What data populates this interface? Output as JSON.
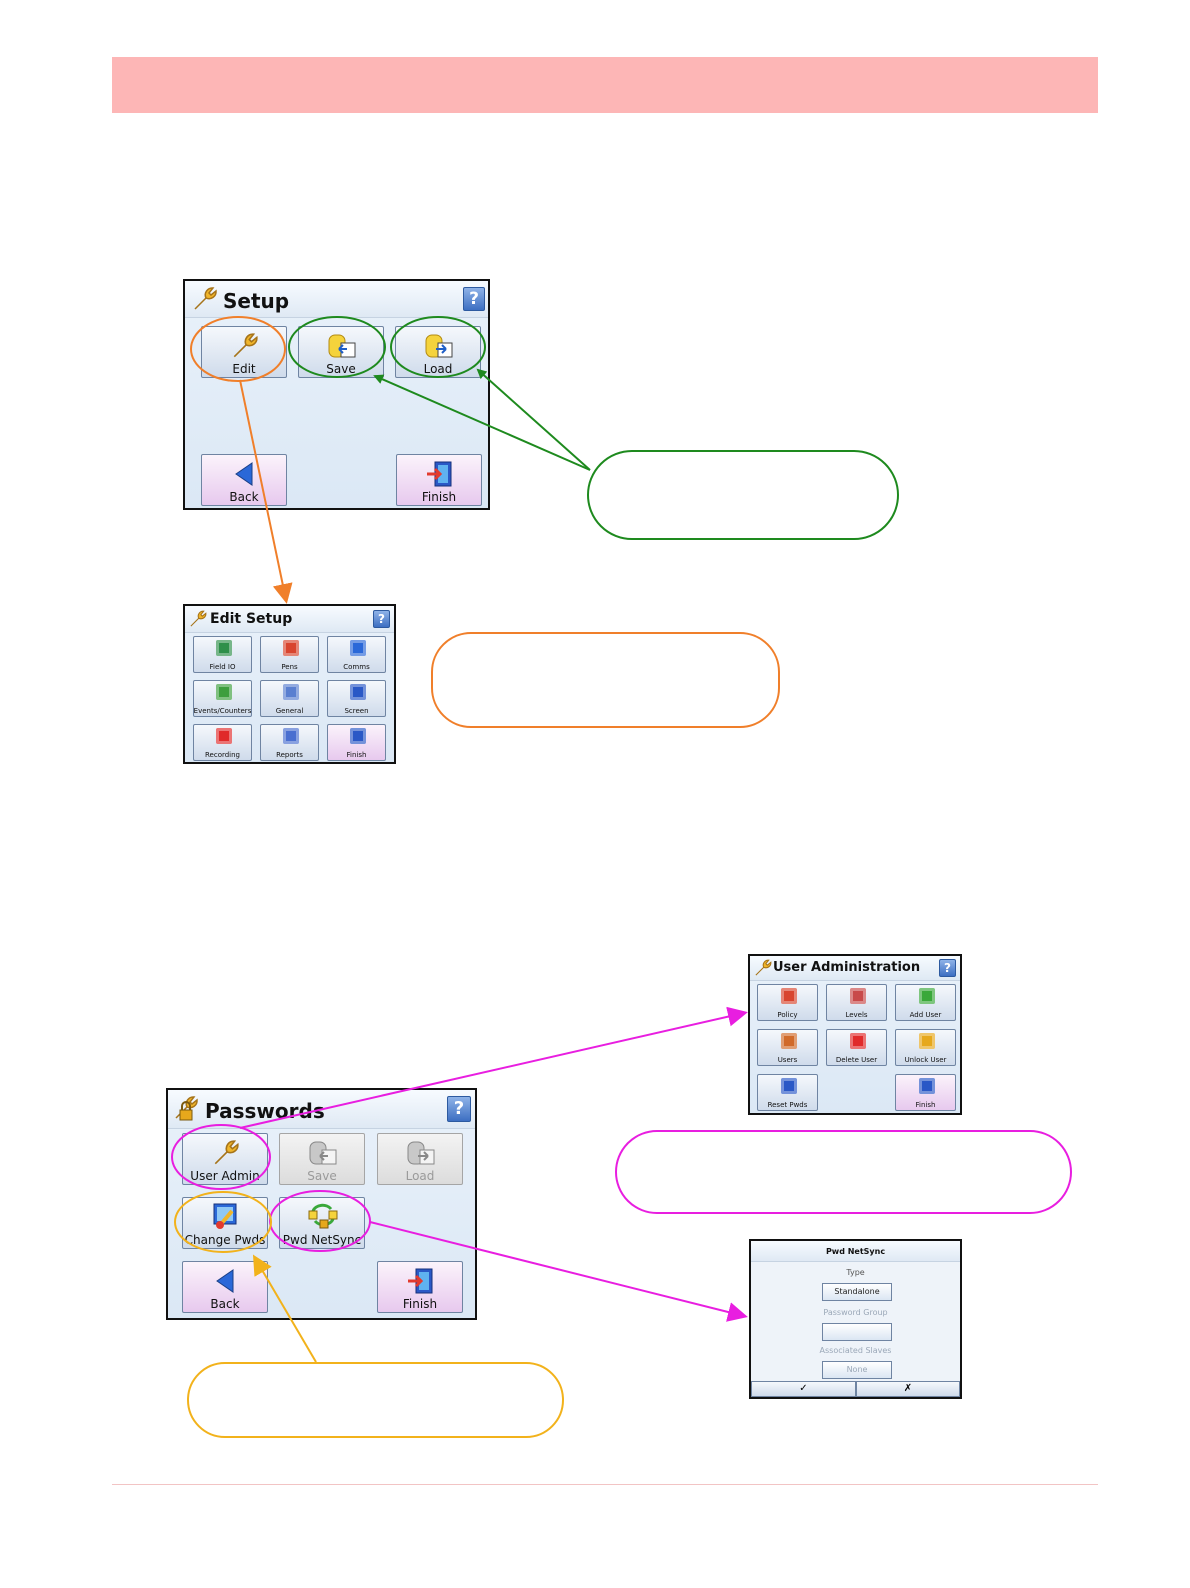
{
  "colors": {
    "header_band": "#fdb6b6",
    "callout_green": "#1e8a1e",
    "callout_orange": "#f07f2a",
    "callout_magenta": "#e81ee0",
    "callout_yellow": "#f2b21b"
  },
  "setup": {
    "title": "Setup",
    "help": "?",
    "edit_label": "Edit",
    "save_label": "Save",
    "load_label": "Load",
    "back_label": "Back",
    "finish_label": "Finish"
  },
  "edit_setup": {
    "title": "Edit Setup",
    "help": "?",
    "items": [
      {
        "label": "Field IO",
        "icon": "field-io-icon"
      },
      {
        "label": "Pens",
        "icon": "pens-icon"
      },
      {
        "label": "Comms",
        "icon": "comms-icon"
      },
      {
        "label": "Events/Counters",
        "icon": "events-counters-icon"
      },
      {
        "label": "General",
        "icon": "general-icon"
      },
      {
        "label": "Screen",
        "icon": "screen-icon"
      },
      {
        "label": "Recording",
        "icon": "recording-icon"
      },
      {
        "label": "Reports",
        "icon": "reports-icon"
      },
      {
        "label": "Finish",
        "icon": "finish-icon"
      }
    ]
  },
  "passwords": {
    "title": "Passwords",
    "help": "?",
    "user_admin_label": "User Admin",
    "save_label": "Save",
    "load_label": "Load",
    "change_pwds_label": "Change Pwds",
    "pwd_netsync_label": "Pwd NetSync",
    "back_label": "Back",
    "finish_label": "Finish"
  },
  "user_admin": {
    "title": "User Administration",
    "help": "?",
    "items": [
      {
        "label": "Policy",
        "icon": "policy-icon"
      },
      {
        "label": "Levels",
        "icon": "levels-icon"
      },
      {
        "label": "Add User",
        "icon": "add-user-icon"
      },
      {
        "label": "Users",
        "icon": "users-icon"
      },
      {
        "label": "Delete User",
        "icon": "delete-user-icon"
      },
      {
        "label": "Unlock User",
        "icon": "unlock-user-icon"
      },
      {
        "label": "Reset Pwds",
        "icon": "reset-pwds-icon"
      },
      {
        "label": "Finish",
        "icon": "finish-icon"
      }
    ]
  },
  "pwd_netsync": {
    "title": "Pwd NetSync",
    "type_label": "Type",
    "type_value": "Standalone",
    "password_group_label": "Password Group",
    "password_group_value": "",
    "associated_slaves_label": "Associated Slaves",
    "associated_slaves_value": "None",
    "ok": "✓",
    "cancel": "✗"
  }
}
